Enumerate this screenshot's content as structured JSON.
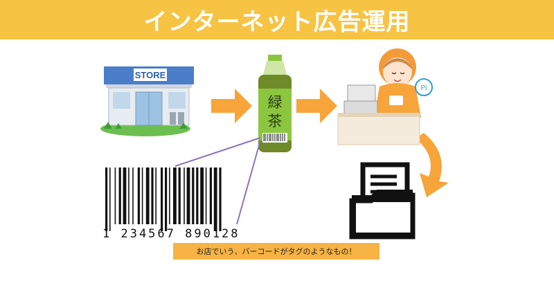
{
  "header": {
    "title": "インターネット広告運用"
  },
  "store": {
    "sign": "STORE"
  },
  "bottle": {
    "label_line1": "緑",
    "label_line2": "茶"
  },
  "clerk": {
    "badge": "Pi"
  },
  "barcode": {
    "number": "1 234567 890128"
  },
  "caption": {
    "text": "お店でいう、バーコードがタグのようなもの！"
  },
  "colors": {
    "banner": "#f7c343",
    "arrow": "#f7a43a",
    "caption_bg": "#f7b343",
    "connector": "#8a72c0"
  }
}
